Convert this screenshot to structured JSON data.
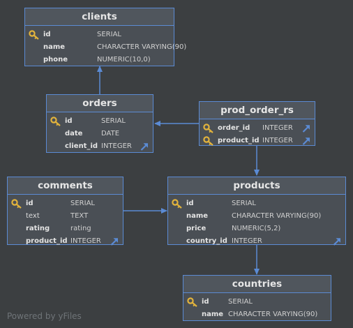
{
  "footer": "Powered by yFiles",
  "colors": {
    "background": "#3c3f41",
    "table_bg": "#4a4f55",
    "border": "#5b8bd4",
    "key": "#e2b33c"
  },
  "tables": [
    {
      "name": "clients",
      "columns": [
        {
          "name": "id",
          "type": "SERIAL",
          "pk": true,
          "fk": false,
          "bold": true
        },
        {
          "name": "name",
          "type": "CHARACTER VARYING(90)",
          "pk": false,
          "fk": false,
          "bold": true
        },
        {
          "name": "phone",
          "type": "NUMERIC(10,0)",
          "pk": false,
          "fk": false,
          "bold": true
        }
      ]
    },
    {
      "name": "orders",
      "columns": [
        {
          "name": "id",
          "type": "SERIAL",
          "pk": true,
          "fk": false,
          "bold": true
        },
        {
          "name": "date",
          "type": "DATE",
          "pk": false,
          "fk": false,
          "bold": true
        },
        {
          "name": "client_id",
          "type": "INTEGER",
          "pk": false,
          "fk": true,
          "bold": true
        }
      ]
    },
    {
      "name": "prod_order_rs",
      "columns": [
        {
          "name": "order_id",
          "type": "INTEGER",
          "pk": true,
          "fk": true,
          "bold": true
        },
        {
          "name": "product_id",
          "type": "INTEGER",
          "pk": true,
          "fk": true,
          "bold": true
        }
      ]
    },
    {
      "name": "comments",
      "columns": [
        {
          "name": "id",
          "type": "SERIAL",
          "pk": true,
          "fk": false,
          "bold": true
        },
        {
          "name": "text",
          "type": "TEXT",
          "pk": false,
          "fk": false,
          "bold": false
        },
        {
          "name": "rating",
          "type": "rating",
          "pk": false,
          "fk": false,
          "bold": true
        },
        {
          "name": "product_id",
          "type": "INTEGER",
          "pk": false,
          "fk": true,
          "bold": true
        }
      ]
    },
    {
      "name": "products",
      "columns": [
        {
          "name": "id",
          "type": "SERIAL",
          "pk": true,
          "fk": false,
          "bold": true
        },
        {
          "name": "name",
          "type": "CHARACTER VARYING(90)",
          "pk": false,
          "fk": false,
          "bold": true
        },
        {
          "name": "price",
          "type": "NUMERIC(5,2)",
          "pk": false,
          "fk": false,
          "bold": true
        },
        {
          "name": "country_id",
          "type": "INTEGER",
          "pk": false,
          "fk": true,
          "bold": true
        }
      ]
    },
    {
      "name": "countries",
      "columns": [
        {
          "name": "id",
          "type": "SERIAL",
          "pk": true,
          "fk": false,
          "bold": true
        },
        {
          "name": "name",
          "type": "CHARACTER VARYING(90)",
          "pk": false,
          "fk": false,
          "bold": true
        }
      ]
    }
  ]
}
